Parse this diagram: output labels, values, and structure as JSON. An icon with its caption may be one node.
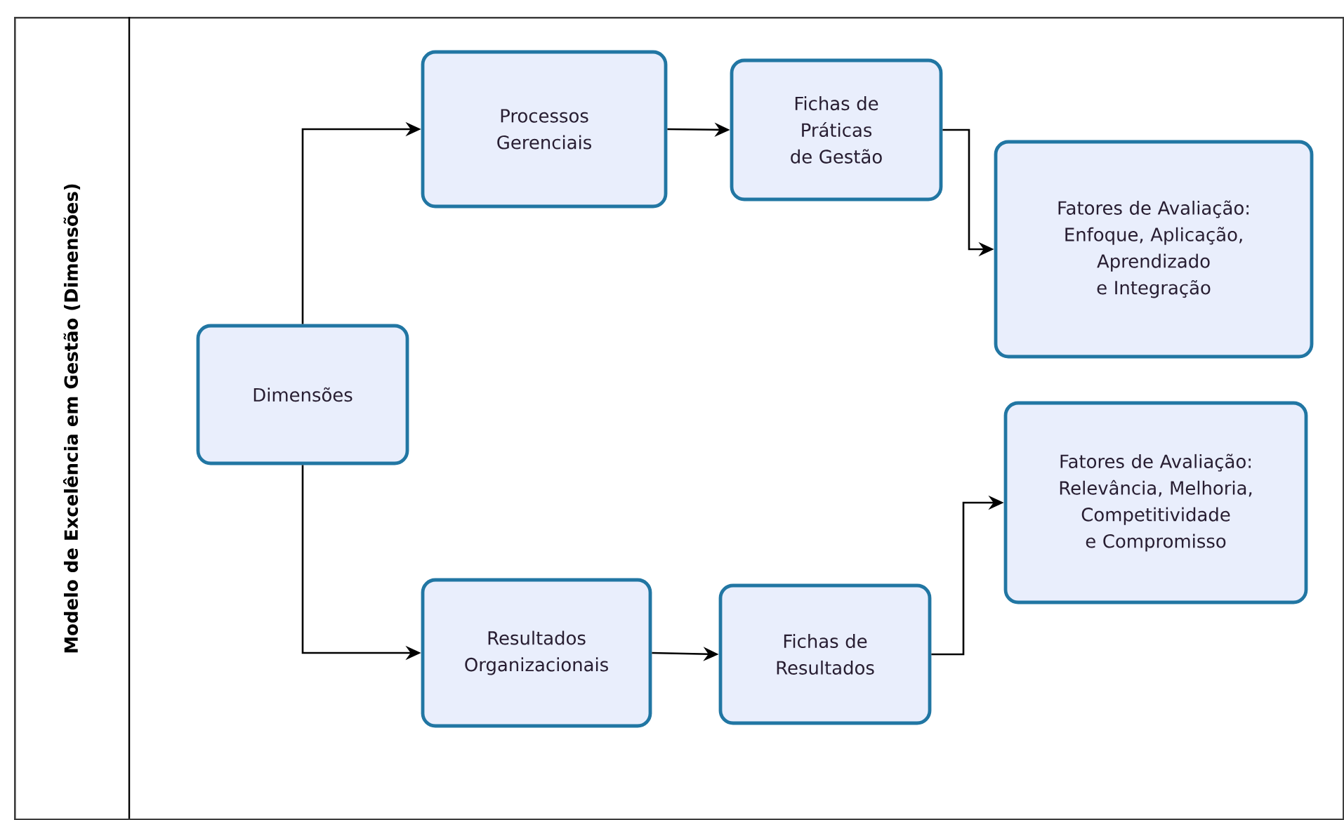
{
  "diagram": {
    "nodes": [
      {
        "text": [
          "Modelo de Excelência em Gestão (Dimensões)"
        ]
      },
      {
        "text": [
          "Dimensões"
        ],
        "in": 0
      },
      {
        "text": [
          "Processos Gerenciais"
        ],
        "in": 0
      },
      {
        "text": [
          "Fichas de Práticas de Gestão"
        ],
        "in": 0
      },
      {
        "text": [
          "Fatores de Avaliação: Enfoque, Aplicação, Aprendizado e Integração"
        ],
        "in": 0
      },
      {
        "text": [
          "Fatores de Avaliação: Relevância, Melhoria, Competitividade e Compromisso"
        ],
        "in": 0
      },
      {
        "text": [
          "Resultados Organizacionais"
        ],
        "in": 0
      },
      {
        "text": [
          "Fichas de Resultados"
        ],
        "in": 0
      }
    ],
    "edges": [
      {
        "from": 1,
        "to": 2,
        "arrow": "to"
      },
      {
        "from": 2,
        "to": 3,
        "arrow": "to"
      },
      {
        "from": 3,
        "to": 4,
        "arrow": "to"
      },
      {
        "from": 1,
        "to": 6,
        "arrow": "to"
      },
      {
        "from": 6,
        "to": 7,
        "arrow": "to"
      },
      {
        "from": 7,
        "to": 5,
        "arrow": "to"
      }
    ]
  }
}
